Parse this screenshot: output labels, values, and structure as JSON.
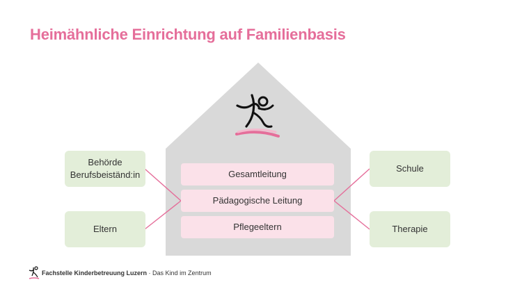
{
  "slide": {
    "title": "Heimähnliche Einrichtung auf Familienbasis"
  },
  "house": {
    "levels": [
      "Gesamtleitung",
      "Pädagogische Leitung",
      "Pflegeeltern"
    ]
  },
  "left_partners": [
    {
      "line1": "Behörde",
      "line2": "Berufsbeiständ:in"
    },
    {
      "line1": "Eltern"
    }
  ],
  "right_partners": [
    {
      "line1": "Schule"
    },
    {
      "line1": "Therapie"
    }
  ],
  "footer": {
    "organization": "Fachstelle Kinderbetreuung Luzern",
    "tagline": "· Das Kind im Zentrum"
  },
  "colors": {
    "title": "#e56e9a",
    "house": "#d9d9d9",
    "level_box": "#fbe1e9",
    "partner_box": "#e3eed9",
    "connector": "#e56e9a"
  },
  "icons": {
    "logo": "child-jumping-logo-icon",
    "footer_logo": "child-jumping-logo-icon"
  }
}
